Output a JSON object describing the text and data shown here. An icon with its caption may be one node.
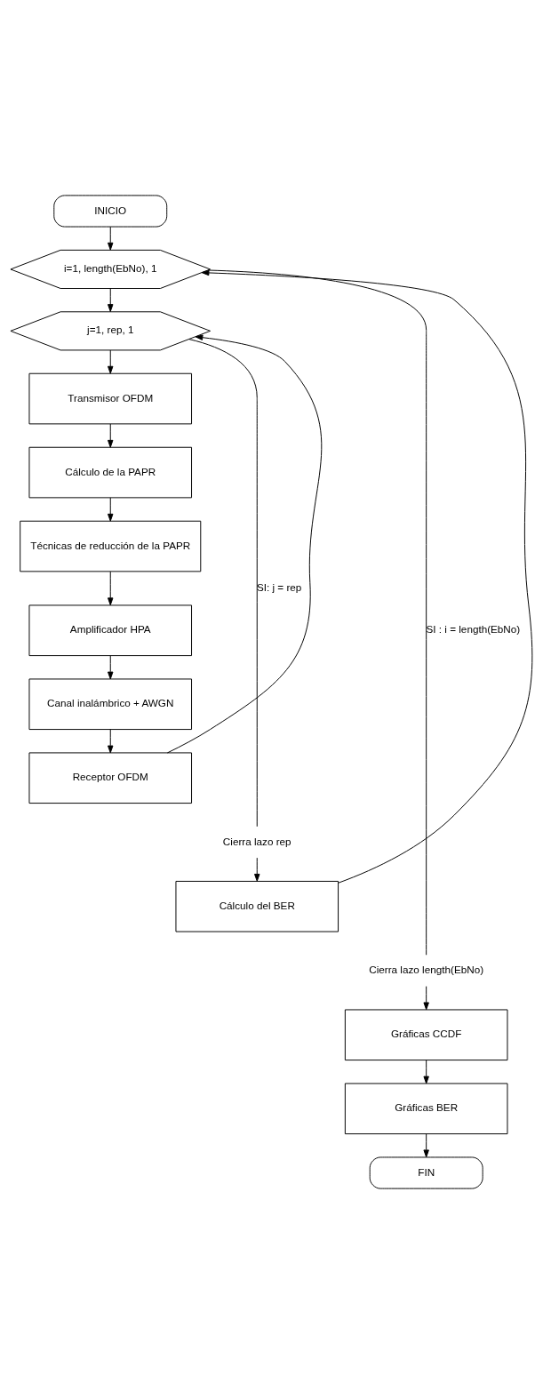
{
  "diagram": {
    "nodes": [
      {
        "text": [
          "INICIO"
        ]
      },
      {
        "text": [
          "i=1, length(EbNo), 1"
        ]
      },
      {
        "text": [
          "j=1, rep, 1"
        ]
      },
      {
        "text": [
          "Transmisor OFDM"
        ]
      },
      {
        "text": [
          "Cálculo de la PAPR"
        ]
      },
      {
        "text": [
          "Técnicas de reducción de la PAPR"
        ]
      },
      {
        "text": [
          "Amplificador HPA"
        ]
      },
      {
        "text": [
          "Canal inalámbrico + AWGN"
        ]
      },
      {
        "text": [
          "Receptor OFDM"
        ]
      },
      {
        "text": [
          "Cierra lazo rep"
        ]
      },
      {
        "text": [
          "Cálculo del BER"
        ]
      },
      {
        "text": [
          "Cierra lazo length(EbNo)"
        ]
      },
      {
        "text": [
          "Gráficas CCDF"
        ]
      },
      {
        "text": [
          "Gráficas BER"
        ]
      },
      {
        "text": [
          "FIN"
        ]
      }
    ],
    "edges": [
      {
        "from": 0,
        "to": 1,
        "arrow": "to"
      },
      {
        "from": 1,
        "to": 2,
        "arrow": "to"
      },
      {
        "from": 2,
        "to": 3,
        "arrow": "to"
      },
      {
        "from": 3,
        "to": 4,
        "arrow": "to"
      },
      {
        "from": 4,
        "to": 5,
        "arrow": "to"
      },
      {
        "from": 5,
        "to": 6,
        "arrow": "to"
      },
      {
        "from": 6,
        "to": 7,
        "arrow": "to"
      },
      {
        "from": 7,
        "to": 8,
        "arrow": "to"
      },
      {
        "from": 8,
        "to": 2,
        "arrow": "to"
      },
      {
        "from": 2,
        "to": 9,
        "arrow": "none",
        "label": "SI: j = rep"
      },
      {
        "from": 9,
        "to": 10,
        "arrow": "to"
      },
      {
        "from": 10,
        "to": 1,
        "arrow": "to"
      },
      {
        "from": 1,
        "to": 11,
        "arrow": "none",
        "label": "SI : i = length(EbNo)"
      },
      {
        "from": 11,
        "to": 12,
        "arrow": "to"
      },
      {
        "from": 12,
        "to": 13,
        "arrow": "to"
      },
      {
        "from": 13,
        "to": 14,
        "arrow": "to"
      }
    ]
  }
}
